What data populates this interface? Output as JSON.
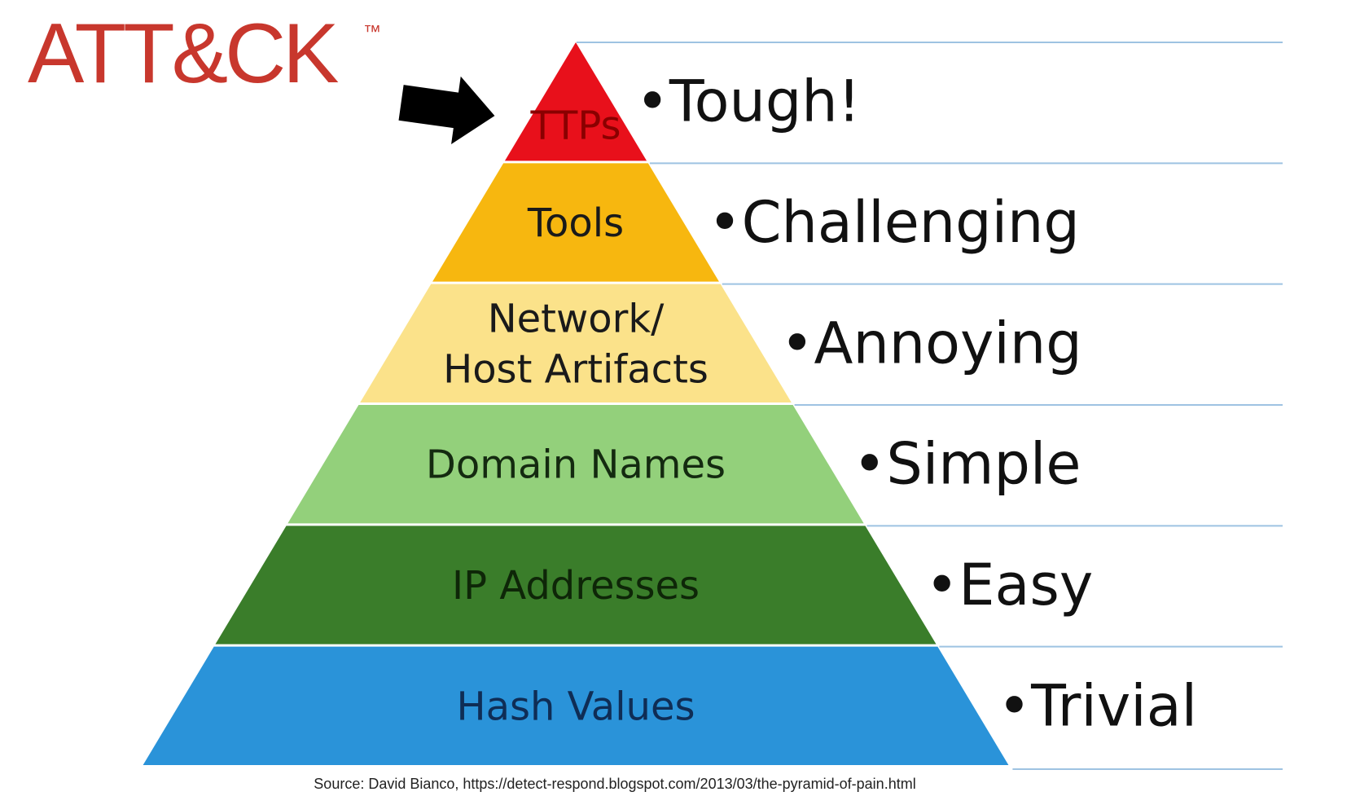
{
  "logo": {
    "text": "ATT&CK",
    "trademark": "™"
  },
  "tiers": [
    {
      "key": "ttps",
      "lines": [
        "TTPs"
      ],
      "rating": "Tough!",
      "color": "#e8101b",
      "text_color": "#8a0000"
    },
    {
      "key": "tools",
      "lines": [
        "Tools"
      ],
      "rating": "Challenging",
      "color": "#f7b70f",
      "text_color": "#1a1a1a"
    },
    {
      "key": "artifacts",
      "lines": [
        "Network/",
        "Host Artifacts"
      ],
      "rating": "Annoying",
      "color": "#fbe28a",
      "text_color": "#1a1a1a"
    },
    {
      "key": "domains",
      "lines": [
        "Domain Names"
      ],
      "rating": "Simple",
      "color": "#93d07b",
      "text_color": "#142a10"
    },
    {
      "key": "ip",
      "lines": [
        "IP Addresses"
      ],
      "rating": "Easy",
      "color": "#3a7d2a",
      "text_color": "#0e2608"
    },
    {
      "key": "hash",
      "lines": [
        "Hash Values"
      ],
      "rating": "Trivial",
      "color": "#2a93d9",
      "text_color": "#0f2d55"
    }
  ],
  "bullet": "•",
  "arrow_icon": "right-arrow-icon",
  "source": "Source: David Bianco, https://detect-respond.blogspot.com/2013/03/the-pyramid-of-pain.html",
  "separator_color": "#9ec3e2"
}
